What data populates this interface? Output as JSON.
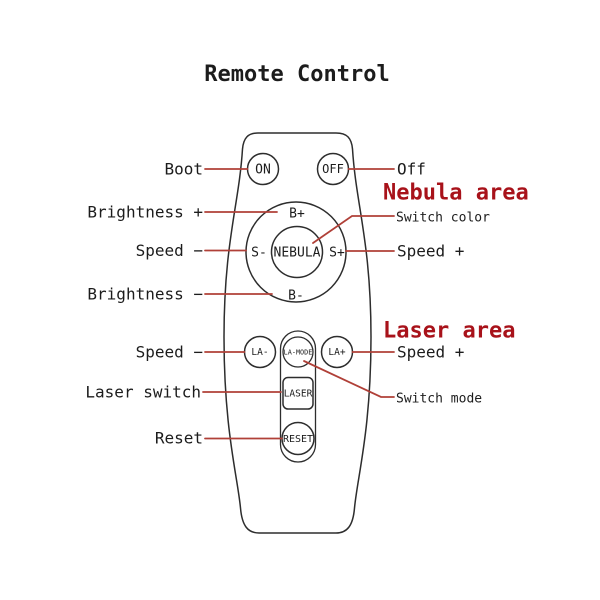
{
  "title": "Remote Control",
  "colors": {
    "outline": "#2d2d2d",
    "leader_line": "#b04038",
    "area_label": "#a8121a",
    "text": "#1c1c1c",
    "background": "#ffffff"
  },
  "remote": {
    "buttons": {
      "on": "ON",
      "off": "OFF",
      "brightness_up": "B+",
      "speed_down": "S-",
      "nebula": "NEBULA",
      "speed_up": "S+",
      "brightness_down": "B-",
      "laser_speed_down": "LA-",
      "laser_mode": "LA-MODE",
      "laser_speed_up": "LA+",
      "laser": "LASER",
      "reset": "RESET"
    }
  },
  "annotations": {
    "left": [
      "Boot",
      "Brightness +",
      "Speed −",
      "Brightness −",
      "Speed −",
      "Laser switch",
      "Reset"
    ],
    "right": [
      "Off",
      "Switch color",
      "Speed +",
      "Speed +",
      "Switch mode"
    ],
    "areas": [
      "Nebula area",
      "Laser area"
    ]
  }
}
